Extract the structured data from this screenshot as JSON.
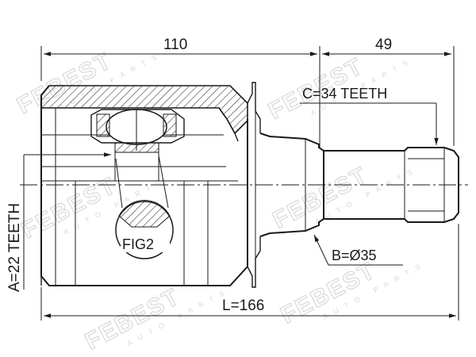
{
  "brand": {
    "watermark": "FEBEST",
    "watermark_sub": "AUTO PARTS",
    "ink_color": "#1a1a1a",
    "watermark_color": "#d9d9d9"
  },
  "dimensions": {
    "housing_length": "110",
    "spline_length": "49",
    "total_length": "L=166"
  },
  "annotations": {
    "outer_teeth": "C=34 TEETH",
    "inner_teeth": "A=22 TEETH",
    "shaft_diameter": "B=Ø35",
    "detail_label": "FIG2"
  }
}
